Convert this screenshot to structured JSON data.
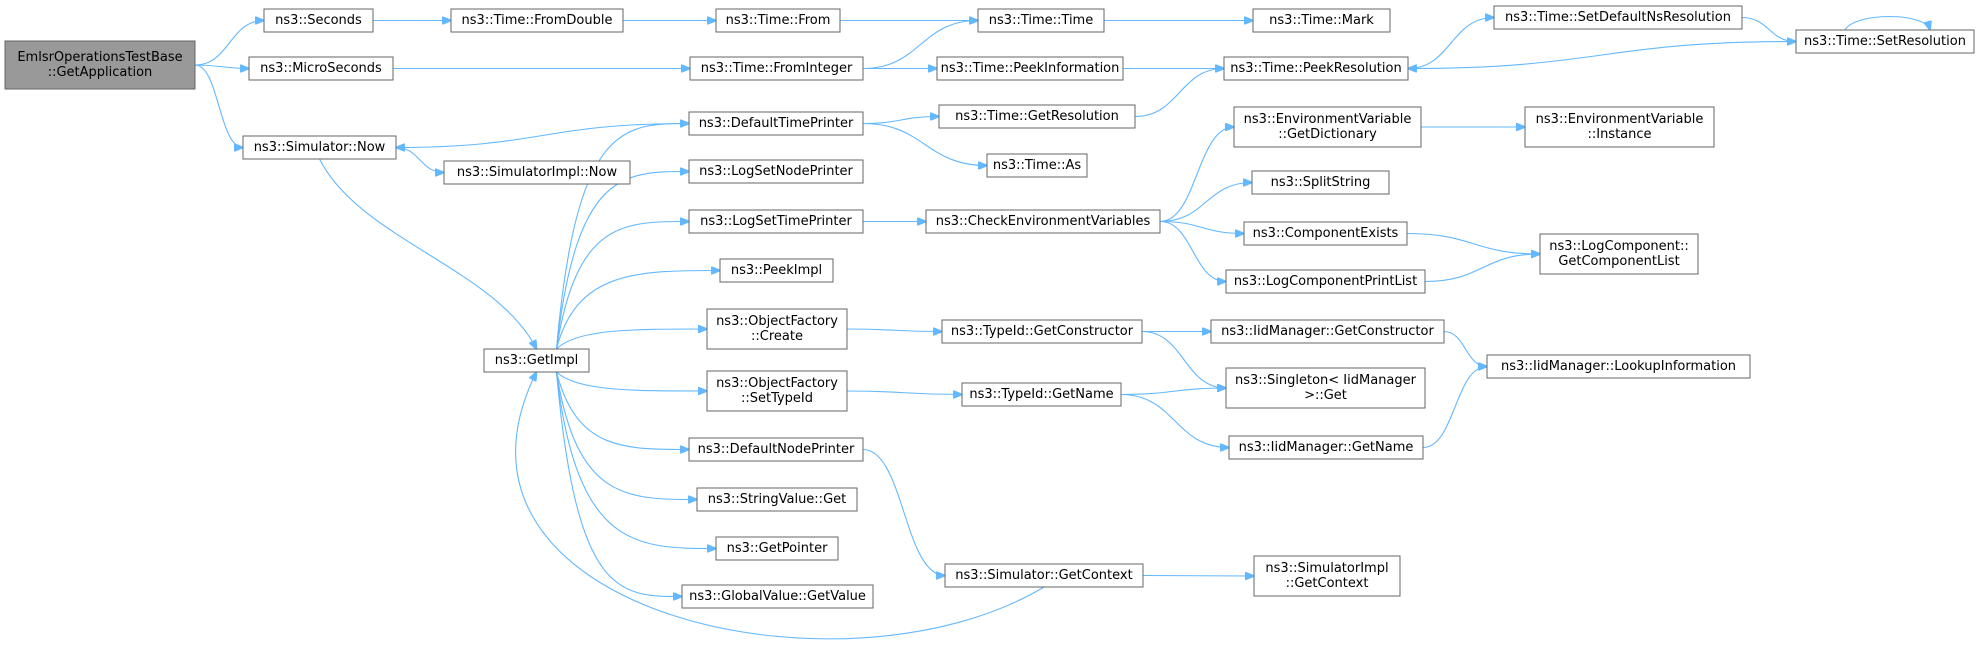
{
  "graph": {
    "edge_color": "#63b8ff",
    "root_fill": "#999999",
    "nodes": [
      {
        "id": "root",
        "lines": [
          "EmlsrOperationsTestBase",
          "::GetApplication"
        ],
        "root": true
      },
      {
        "id": "seconds",
        "lines": [
          "ns3::Seconds"
        ]
      },
      {
        "id": "microseconds",
        "lines": [
          "ns3::MicroSeconds"
        ]
      },
      {
        "id": "simnow",
        "lines": [
          "ns3::Simulator::Now"
        ]
      },
      {
        "id": "fromdouble",
        "lines": [
          "ns3::Time::FromDouble"
        ]
      },
      {
        "id": "from",
        "lines": [
          "ns3::Time::From"
        ]
      },
      {
        "id": "time",
        "lines": [
          "ns3::Time::Time"
        ]
      },
      {
        "id": "mark",
        "lines": [
          "ns3::Time::Mark"
        ]
      },
      {
        "id": "frominteger",
        "lines": [
          "ns3::Time::FromInteger"
        ]
      },
      {
        "id": "peekinfo",
        "lines": [
          "ns3::Time::PeekInformation"
        ]
      },
      {
        "id": "peekres",
        "lines": [
          "ns3::Time::PeekResolution"
        ]
      },
      {
        "id": "setdefault",
        "lines": [
          "ns3::Time::SetDefaultNsResolution"
        ]
      },
      {
        "id": "setres",
        "lines": [
          "ns3::Time::SetResolution"
        ]
      },
      {
        "id": "deftimeprinter",
        "lines": [
          "ns3::DefaultTimePrinter"
        ]
      },
      {
        "id": "getres",
        "lines": [
          "ns3::Time::GetResolution"
        ]
      },
      {
        "id": "as",
        "lines": [
          "ns3::Time::As"
        ]
      },
      {
        "id": "simimplnow",
        "lines": [
          "ns3::SimulatorImpl::Now"
        ]
      },
      {
        "id": "getimpl",
        "lines": [
          "ns3::GetImpl"
        ]
      },
      {
        "id": "lognodeprinter",
        "lines": [
          "ns3::LogSetNodePrinter"
        ]
      },
      {
        "id": "logtimeprinter",
        "lines": [
          "ns3::LogSetTimePrinter"
        ]
      },
      {
        "id": "checkenv",
        "lines": [
          "ns3::CheckEnvironmentVariables"
        ]
      },
      {
        "id": "envdict",
        "lines": [
          "ns3::EnvironmentVariable",
          "::GetDictionary"
        ]
      },
      {
        "id": "envinst",
        "lines": [
          "ns3::EnvironmentVariable",
          "::Instance"
        ]
      },
      {
        "id": "splitstring",
        "lines": [
          "ns3::SplitString"
        ]
      },
      {
        "id": "compexists",
        "lines": [
          "ns3::ComponentExists"
        ]
      },
      {
        "id": "logcompprint",
        "lines": [
          "ns3::LogComponentPrintList"
        ]
      },
      {
        "id": "getcomplist",
        "lines": [
          "ns3::LogComponent::",
          "GetComponentList"
        ]
      },
      {
        "id": "peekimpl",
        "lines": [
          "ns3::PeekImpl"
        ]
      },
      {
        "id": "ofcreate",
        "lines": [
          "ns3::ObjectFactory",
          "::Create"
        ]
      },
      {
        "id": "tidgetctor",
        "lines": [
          "ns3::TypeId::GetConstructor"
        ]
      },
      {
        "id": "iidgetctor",
        "lines": [
          "ns3::IidManager::GetConstructor"
        ]
      },
      {
        "id": "lookupinfo",
        "lines": [
          "ns3::IidManager::LookupInformation"
        ]
      },
      {
        "id": "ofsettypeid",
        "lines": [
          "ns3::ObjectFactory",
          "::SetTypeId"
        ]
      },
      {
        "id": "tidgetname",
        "lines": [
          "ns3::TypeId::GetName"
        ]
      },
      {
        "id": "singletonget",
        "lines": [
          "ns3::Singleton< IidManager",
          " >::Get"
        ]
      },
      {
        "id": "iidgetname",
        "lines": [
          "ns3::IidManager::GetName"
        ]
      },
      {
        "id": "defnodeprinter",
        "lines": [
          "ns3::DefaultNodePrinter"
        ]
      },
      {
        "id": "strvalget",
        "lines": [
          "ns3::StringValue::Get"
        ]
      },
      {
        "id": "getpointer",
        "lines": [
          "ns3::GetPointer"
        ]
      },
      {
        "id": "globalvalue",
        "lines": [
          "ns3::GlobalValue::GetValue"
        ]
      },
      {
        "id": "simgetctx",
        "lines": [
          "ns3::Simulator::GetContext"
        ]
      },
      {
        "id": "simimplgetctx",
        "lines": [
          "ns3::SimulatorImpl",
          "::GetContext"
        ]
      }
    ],
    "edges": [
      [
        "root",
        "seconds"
      ],
      [
        "root",
        "microseconds"
      ],
      [
        "root",
        "simnow"
      ],
      [
        "seconds",
        "fromdouble"
      ],
      [
        "fromdouble",
        "from"
      ],
      [
        "from",
        "time"
      ],
      [
        "time",
        "mark"
      ],
      [
        "microseconds",
        "frominteger"
      ],
      [
        "frominteger",
        "time"
      ],
      [
        "frominteger",
        "peekinfo"
      ],
      [
        "peekinfo",
        "peekres"
      ],
      [
        "peekres",
        "setdefault"
      ],
      [
        "setdefault",
        "setres"
      ],
      [
        "setres",
        "peekres"
      ],
      [
        "setres",
        "setres"
      ],
      [
        "simnow",
        "simimplnow"
      ],
      [
        "simnow",
        "getimpl"
      ],
      [
        "deftimeprinter",
        "simnow"
      ],
      [
        "deftimeprinter",
        "getres"
      ],
      [
        "deftimeprinter",
        "as"
      ],
      [
        "getres",
        "peekres"
      ],
      [
        "getimpl",
        "deftimeprinter"
      ],
      [
        "getimpl",
        "lognodeprinter"
      ],
      [
        "getimpl",
        "logtimeprinter"
      ],
      [
        "getimpl",
        "peekimpl"
      ],
      [
        "getimpl",
        "ofcreate"
      ],
      [
        "getimpl",
        "ofsettypeid"
      ],
      [
        "getimpl",
        "defnodeprinter"
      ],
      [
        "getimpl",
        "strvalget"
      ],
      [
        "getimpl",
        "getpointer"
      ],
      [
        "getimpl",
        "globalvalue"
      ],
      [
        "logtimeprinter",
        "checkenv"
      ],
      [
        "checkenv",
        "envdict"
      ],
      [
        "envdict",
        "envinst"
      ],
      [
        "checkenv",
        "splitstring"
      ],
      [
        "checkenv",
        "compexists"
      ],
      [
        "checkenv",
        "logcompprint"
      ],
      [
        "compexists",
        "getcomplist"
      ],
      [
        "logcompprint",
        "getcomplist"
      ],
      [
        "ofcreate",
        "tidgetctor"
      ],
      [
        "tidgetctor",
        "iidgetctor"
      ],
      [
        "tidgetctor",
        "singletonget"
      ],
      [
        "iidgetctor",
        "lookupinfo"
      ],
      [
        "ofsettypeid",
        "tidgetname"
      ],
      [
        "tidgetname",
        "singletonget"
      ],
      [
        "tidgetname",
        "iidgetname"
      ],
      [
        "iidgetname",
        "lookupinfo"
      ],
      [
        "defnodeprinter",
        "simgetctx"
      ],
      [
        "simgetctx",
        "simimplgetctx"
      ],
      [
        "simgetctx",
        "getimpl"
      ]
    ]
  }
}
